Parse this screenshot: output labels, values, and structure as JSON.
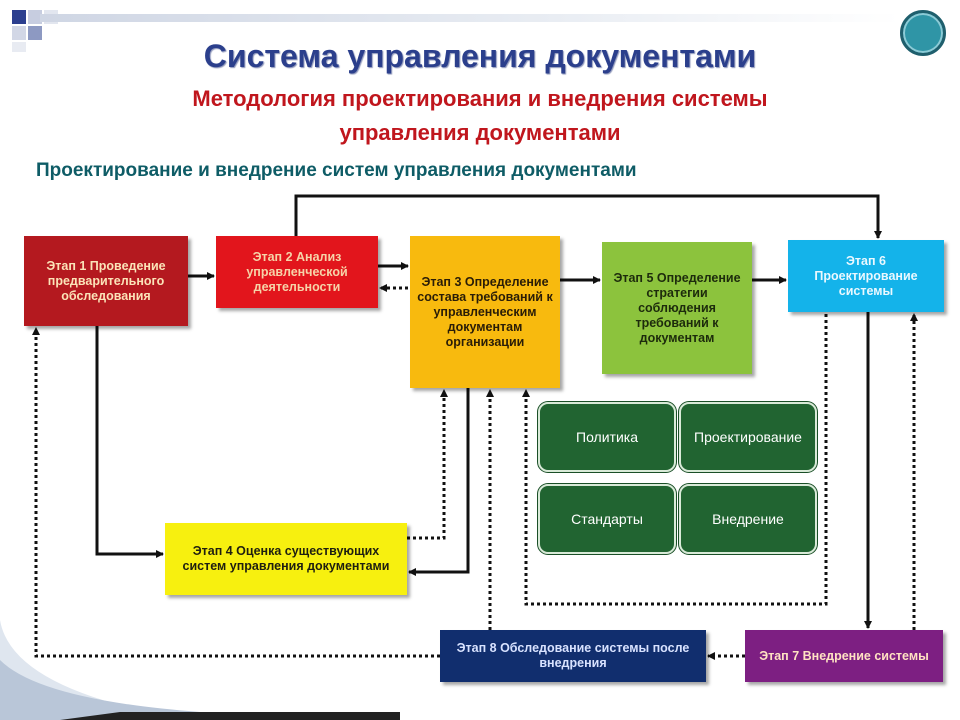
{
  "header": {
    "title": "Система управления документами",
    "subtitle_line1": "Методология проектирования и внедрения системы",
    "subtitle_line2": "управления документами",
    "heading": "Проектирование и внедрение систем управления документами"
  },
  "stages": {
    "s1": "Этап 1 Проведение предварительного обследования",
    "s2": "Этап 2 Анализ управленческой деятельности",
    "s3": "Этап 3 Определение состава требований к управленческим документам организации",
    "s5": "Этап 5 Определение стратегии соблюдения требований к документам",
    "s6": "Этап 6 Проектирование системы",
    "s4": "Этап 4 Оценка существующих систем управления документами",
    "s8": "Этап 8 Обследование системы после внедрения",
    "s7": "Этап 7 Внедрение системы"
  },
  "components": {
    "c1": "Политика",
    "c2": "Проектирование",
    "c3": "Стандарты",
    "c4": "Внедрение"
  },
  "colors": {
    "stage1": "#b4191f",
    "stage2": "#e2151c",
    "stage3": "#f8ba0e",
    "stage5": "#8cc33d",
    "stage6": "#14b3ea",
    "stage4": "#f7f00f",
    "stage8": "#112e6e",
    "stage7": "#7d1f82",
    "components": "#216431"
  }
}
